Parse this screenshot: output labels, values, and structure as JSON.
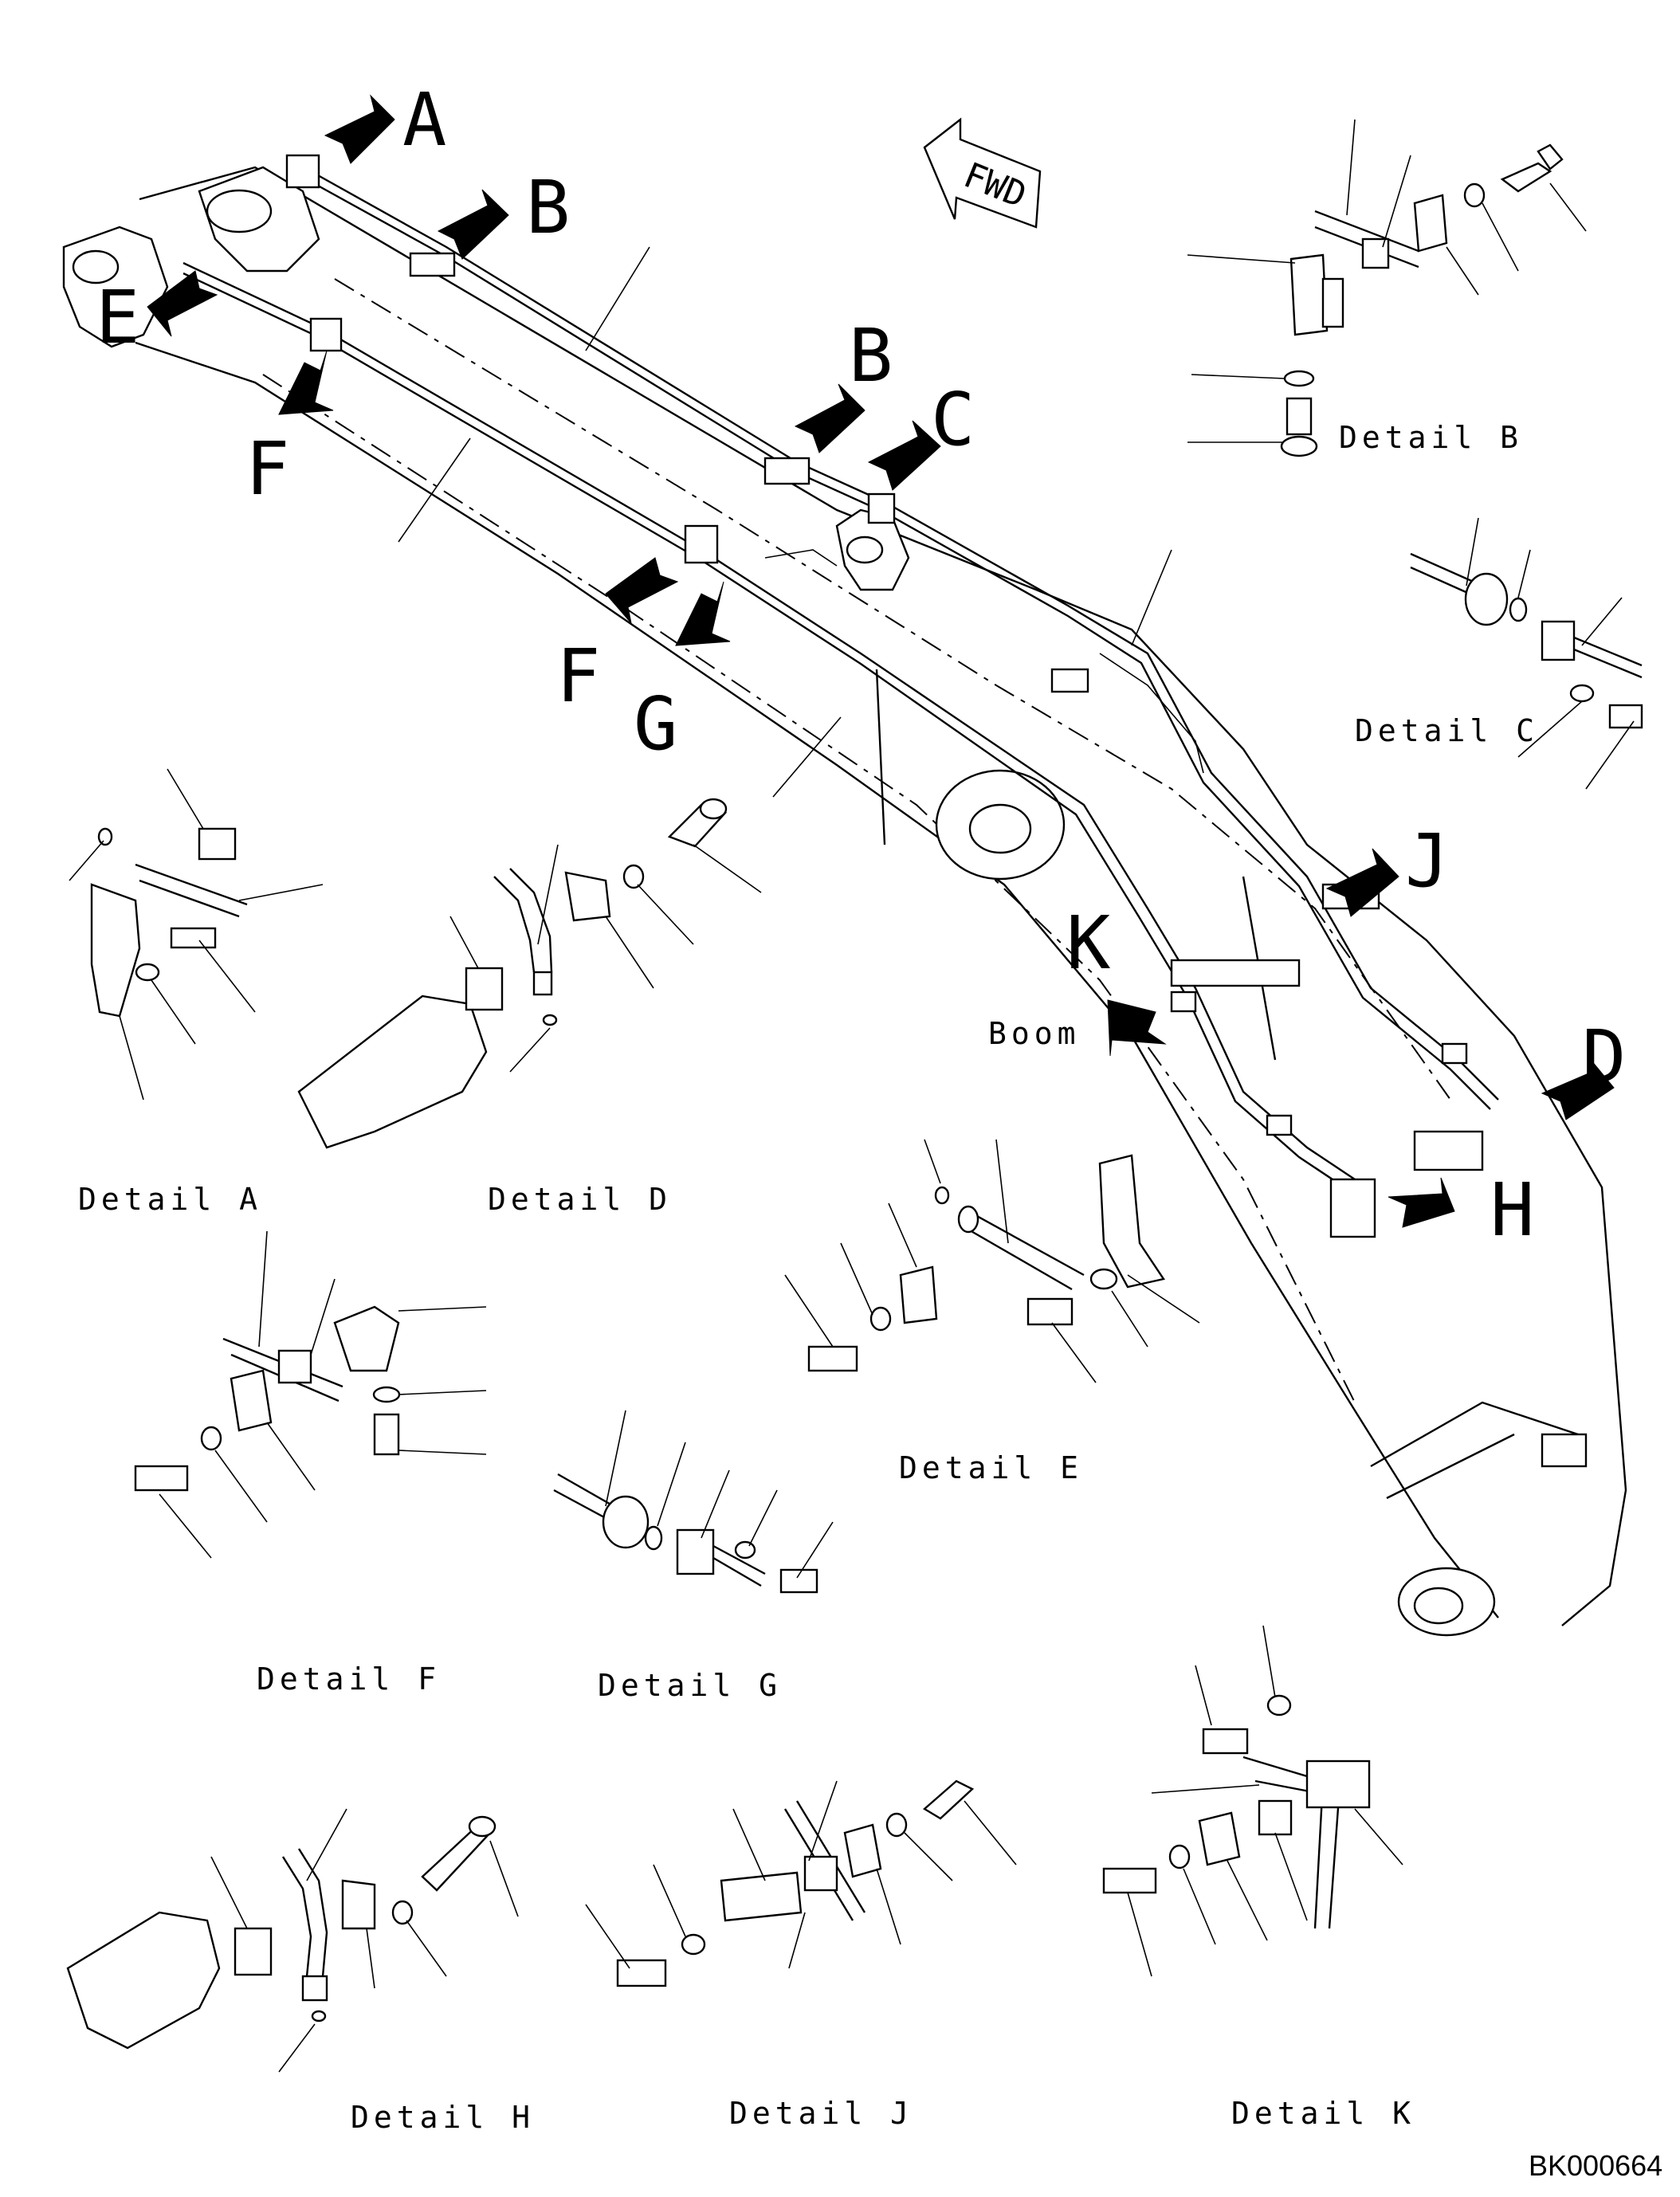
{
  "callouts": {
    "A": "A",
    "B1": "B",
    "B2": "B",
    "C": "C",
    "D": "D",
    "E": "E",
    "F1": "F",
    "F2": "F",
    "G": "G",
    "H": "H",
    "J": "J",
    "K": "K"
  },
  "labels": {
    "fwd": "FWD",
    "boom": "Boom"
  },
  "details": {
    "A": "Detail A",
    "B": "Detail B",
    "C": "Detail C",
    "D": "Detail D",
    "E": "Detail E",
    "F": "Detail F",
    "G": "Detail G",
    "H": "Detail H",
    "J": "Detail J",
    "K": "Detail K"
  },
  "drawing_code": "BK000664",
  "icons": {
    "callout_arrow": "filled-arrow-icon",
    "forward_arrow": "fwd-arrow-icon"
  }
}
